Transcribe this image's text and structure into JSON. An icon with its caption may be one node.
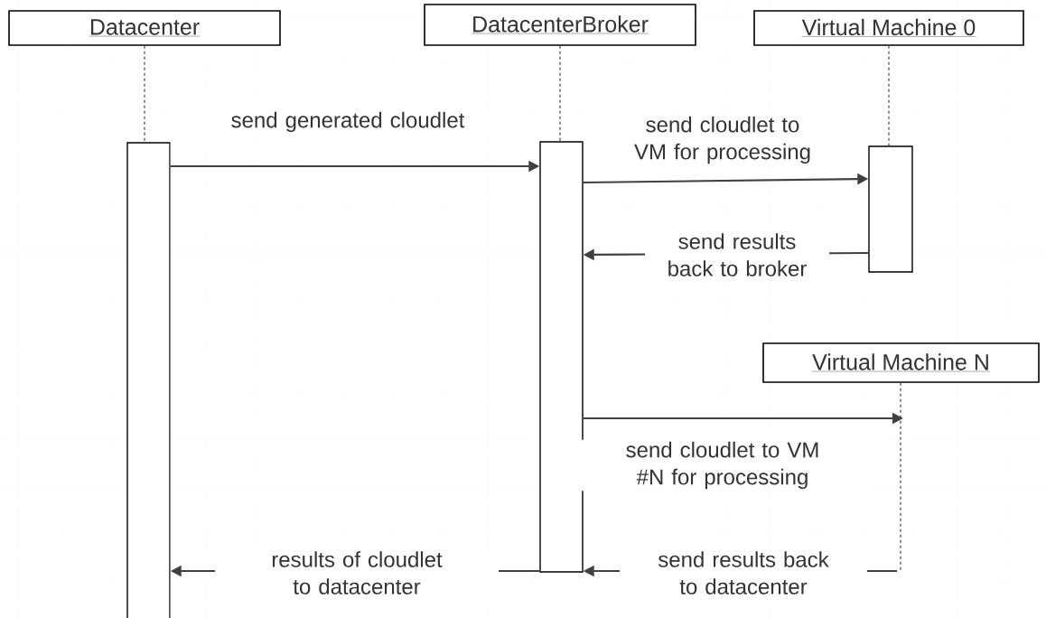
{
  "diagram": {
    "nodes": [
      {
        "text": [
          "Datacenter"
        ]
      },
      {
        "text": [
          "DatacenterBroker"
        ]
      },
      {
        "text": [
          "Virtual Machine 0"
        ]
      },
      {
        "text": [
          "Virtual Machine N"
        ]
      },
      {
        "text": [],
        "shape": "bar"
      },
      {
        "text": [],
        "shape": "bar"
      },
      {
        "text": [],
        "shape": "bar"
      }
    ],
    "edges": [
      {
        "from": 0,
        "to": 4,
        "arrow": "none",
        "style": "dashed"
      },
      {
        "from": 1,
        "to": 5,
        "arrow": "none",
        "style": "dashed"
      },
      {
        "from": 2,
        "to": 6,
        "arrow": "none",
        "style": "dashed"
      },
      {
        "from": 3,
        "to": null,
        "arrow": "none",
        "style": "dashed"
      },
      {
        "from": 4,
        "to": 5,
        "arrow": "to",
        "label": "send generated cloudlet"
      },
      {
        "from": 5,
        "to": 6,
        "arrow": "to",
        "label": "send cloudlet to VM for processing"
      },
      {
        "from": 6,
        "to": 5,
        "arrow": "to",
        "label": "send results back to broker"
      },
      {
        "from": 5,
        "to": null,
        "arrow": "to",
        "label": "send cloudlet to VM #N for processing"
      },
      {
        "from": null,
        "to": 5,
        "arrow": "to",
        "label": "send results back to datacenter"
      },
      {
        "from": 5,
        "to": 4,
        "arrow": "to",
        "label": "results of cloudlet to datacenter"
      }
    ]
  }
}
